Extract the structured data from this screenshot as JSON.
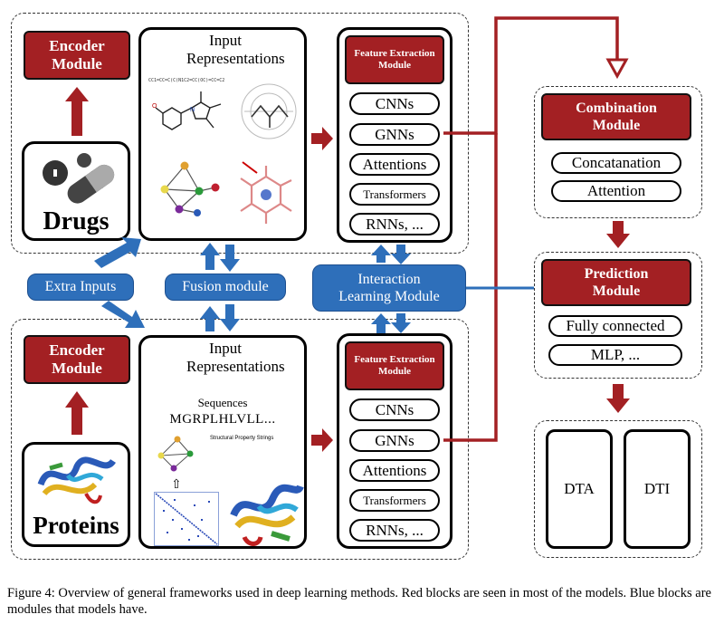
{
  "drugs": {
    "encoder": "Encoder Module",
    "label": "Drugs",
    "input_title": "Input Representations",
    "smiles": "CC1=CC=C(C(N1C2=CC(OC)=CC=C2",
    "feature_title": "Feature Extraction Module",
    "methods": [
      "CNNs",
      "GNNs",
      "Attentions",
      "Transformers",
      "RNNs, ..."
    ]
  },
  "proteins": {
    "encoder": "Encoder Module",
    "label": "Proteins",
    "input_title": "Input Representations",
    "sequences_label": "Sequences",
    "sequence": "MGRPLHLVLL...",
    "structural_title": "Structural Property Strings",
    "feature_title": "Feature Extraction Module",
    "methods": [
      "CNNs",
      "GNNs",
      "Attentions",
      "Transformers",
      "RNNs, ..."
    ]
  },
  "middle": {
    "extra_inputs": "Extra Inputs",
    "fusion": "Fusion module",
    "interaction": "Interaction Learning Module"
  },
  "right": {
    "combination_title": "Combination Module",
    "combination_items": [
      "Concatanation",
      "Attention"
    ],
    "prediction_title": "Prediction Module",
    "prediction_items": [
      "Fully connected",
      "MLP, ..."
    ],
    "outputs": [
      "DTA",
      "DTI"
    ]
  },
  "caption": "Figure 4: Overview of general frameworks used in deep learning methods. Red blocks are seen in most of the models. Blue blocks are modules that models have.",
  "colors": {
    "red": "#a32023",
    "blue": "#2e6fba"
  }
}
